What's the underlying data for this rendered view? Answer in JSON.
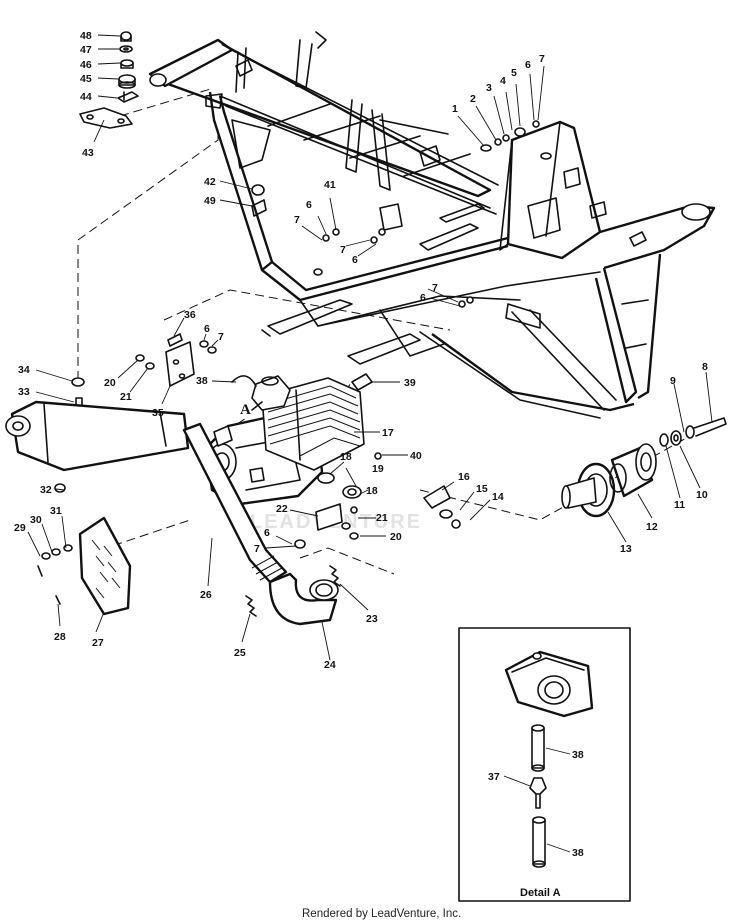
{
  "callouts": [
    {
      "id": "c48",
      "label": "48"
    },
    {
      "id": "c47",
      "label": "47"
    },
    {
      "id": "c46",
      "label": "46"
    },
    {
      "id": "c45",
      "label": "45"
    },
    {
      "id": "c44",
      "label": "44"
    },
    {
      "id": "c43",
      "label": "43"
    },
    {
      "id": "c42",
      "label": "42"
    },
    {
      "id": "c49",
      "label": "49"
    },
    {
      "id": "c41",
      "label": "41"
    },
    {
      "id": "c1",
      "label": "1"
    },
    {
      "id": "c2",
      "label": "2"
    },
    {
      "id": "c3",
      "label": "3"
    },
    {
      "id": "c4",
      "label": "4"
    },
    {
      "id": "c5",
      "label": "5"
    },
    {
      "id": "c6a",
      "label": "6"
    },
    {
      "id": "c7a",
      "label": "7"
    },
    {
      "id": "c6b",
      "label": "6"
    },
    {
      "id": "c7b",
      "label": "7"
    },
    {
      "id": "c7c",
      "label": "7"
    },
    {
      "id": "c6c",
      "label": "6"
    },
    {
      "id": "c7d",
      "label": "7"
    },
    {
      "id": "c6d",
      "label": "6"
    },
    {
      "id": "c36",
      "label": "36"
    },
    {
      "id": "c6e",
      "label": "6"
    },
    {
      "id": "c7e",
      "label": "7"
    },
    {
      "id": "c20a",
      "label": "20"
    },
    {
      "id": "c21a",
      "label": "21"
    },
    {
      "id": "c35",
      "label": "35"
    },
    {
      "id": "c38a",
      "label": "38"
    },
    {
      "id": "c39",
      "label": "39"
    },
    {
      "id": "c34",
      "label": "34"
    },
    {
      "id": "c33",
      "label": "33"
    },
    {
      "id": "c17",
      "label": "17"
    },
    {
      "id": "c40",
      "label": "40"
    },
    {
      "id": "c18a",
      "label": "18"
    },
    {
      "id": "c19",
      "label": "19"
    },
    {
      "id": "c18b",
      "label": "18"
    },
    {
      "id": "c16",
      "label": "16"
    },
    {
      "id": "c15",
      "label": "15"
    },
    {
      "id": "c14",
      "label": "14"
    },
    {
      "id": "c22",
      "label": "22"
    },
    {
      "id": "c21b",
      "label": "21"
    },
    {
      "id": "c20b",
      "label": "20"
    },
    {
      "id": "c6f",
      "label": "6"
    },
    {
      "id": "c7f",
      "label": "7"
    },
    {
      "id": "c32",
      "label": "32"
    },
    {
      "id": "c31",
      "label": "31"
    },
    {
      "id": "c30",
      "label": "30"
    },
    {
      "id": "c29",
      "label": "29"
    },
    {
      "id": "c28",
      "label": "28"
    },
    {
      "id": "c27",
      "label": "27"
    },
    {
      "id": "c26",
      "label": "26"
    },
    {
      "id": "c25",
      "label": "25"
    },
    {
      "id": "c24",
      "label": "24"
    },
    {
      "id": "c23",
      "label": "23"
    },
    {
      "id": "c8",
      "label": "8"
    },
    {
      "id": "c9",
      "label": "9"
    },
    {
      "id": "c10",
      "label": "10"
    },
    {
      "id": "c11",
      "label": "11"
    },
    {
      "id": "c12",
      "label": "12"
    },
    {
      "id": "c13",
      "label": "13"
    },
    {
      "id": "c38b",
      "label": "38"
    },
    {
      "id": "c37",
      "label": "37"
    },
    {
      "id": "c38c",
      "label": "38"
    }
  ],
  "engine_marker": "A",
  "detail": {
    "title": "Detail A"
  },
  "watermark": "LEADVENTURE",
  "footer": "Rendered by LeadVenture, Inc."
}
